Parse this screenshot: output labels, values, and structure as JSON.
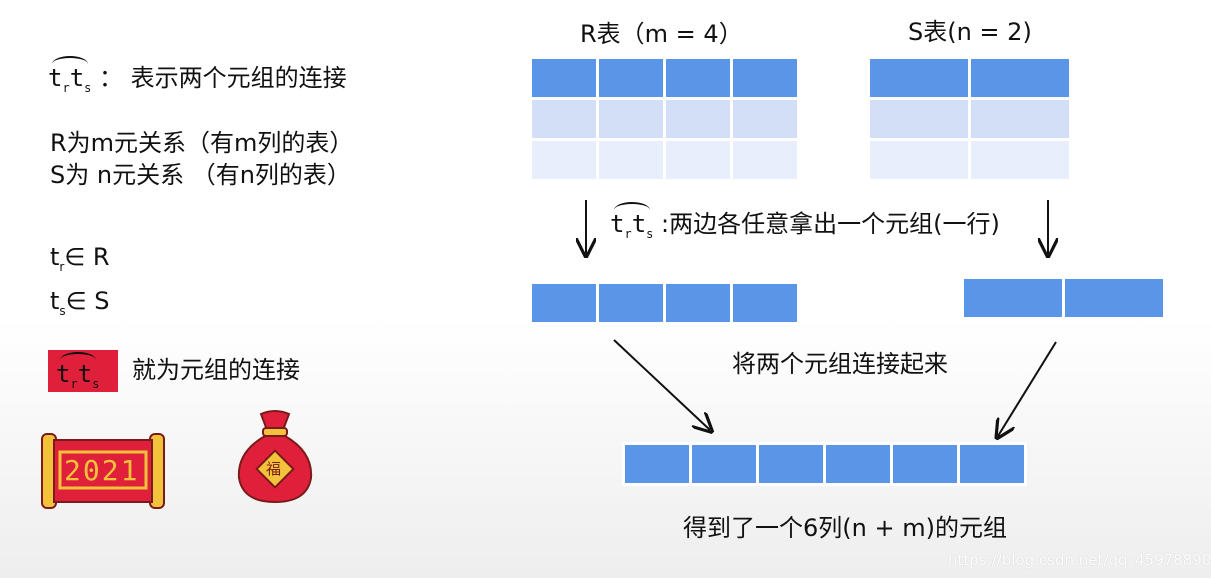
{
  "left": {
    "def_symbol": {
      "t": "t",
      "r": "r",
      "s": "s"
    },
    "def_text": "表示两个元组的连接",
    "def_colon": "：",
    "r_relation": "R为m元关系（有m列的表）",
    "s_relation": "S为 n元关系 （有n列的表）",
    "tr_in": "t",
    "tr_sub": "r",
    "tr_rest": "∈ R",
    "ts_in": "t",
    "ts_sub": "s",
    "ts_rest": "∈ S",
    "badge_text": "就为元组的连接",
    "scroll_text": "2021",
    "bag_text": "福"
  },
  "right": {
    "r_title": "R表（m = 4）",
    "s_title": "S表(n = 2)",
    "pick_text": ":两边各任意拿出一个元组(一行)",
    "join_text": "将两个元组连接起来",
    "result_text": "得到了一个6列(n + m)的元组"
  },
  "watermark": "https://blog.csdn.net/qq_45978890",
  "colors": {
    "blue": "#5b95e8",
    "light_blue": "#d3dff7",
    "pale_blue": "#e8eefb",
    "red": "#e0203a",
    "gold": "#f2c23a"
  }
}
